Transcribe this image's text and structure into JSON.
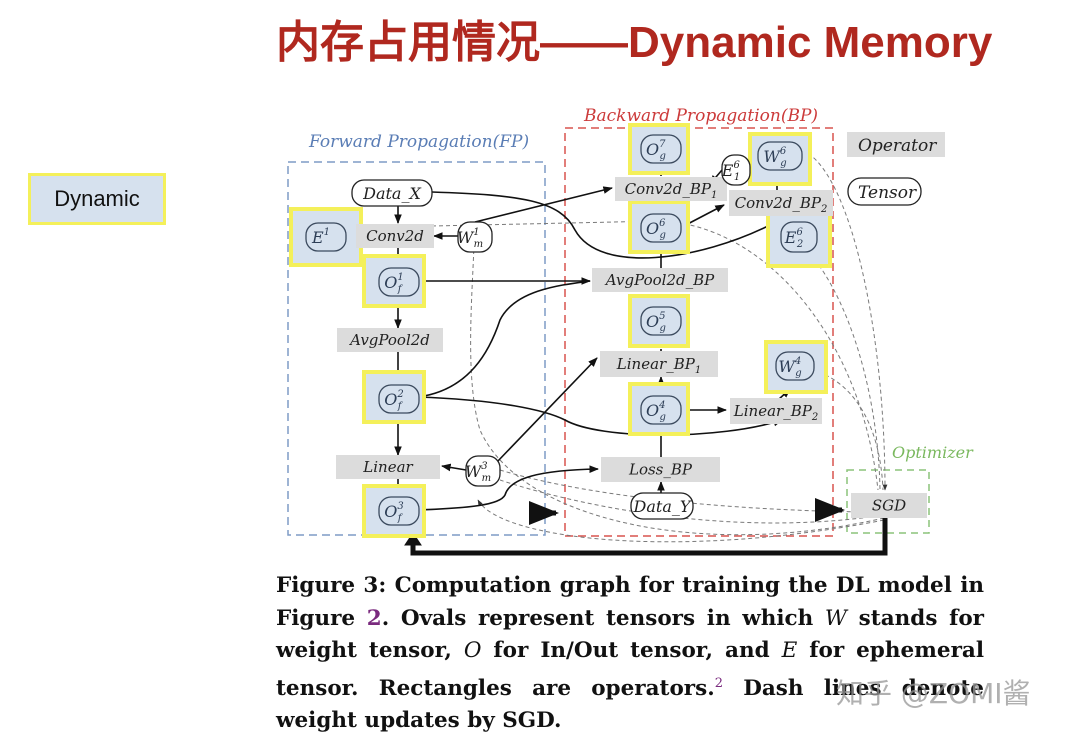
{
  "page": {
    "title": "内存占用情况——Dynamic Memory",
    "side_badge": "Dynamic",
    "watermark": "知乎 @ZOMI酱"
  },
  "colors": {
    "title": "#b0281f",
    "highlight_border": "#f4f05a",
    "highlight_fill": "#d6e1ee",
    "operator_fill": "#dcdcdc",
    "fp_border": "#7f9cc6",
    "bp_border": "#d9534f",
    "optimizer_border": "#8cc47a",
    "fp_label": "#5a7db5",
    "bp_label": "#cc3a3a",
    "optimizer_label": "#7ab85e"
  },
  "diagram": {
    "regions": {
      "fp": "Forward Propagation(FP)",
      "bp": "Backward Propagation(BP)",
      "optimizer": "Optimizer"
    },
    "legend": {
      "operator": "Operator",
      "tensor": "Tensor"
    },
    "operators": [
      {
        "id": "conv2d",
        "label": "Conv2d",
        "sub": ""
      },
      {
        "id": "avgpool2d",
        "label": "AvgPool2d",
        "sub": ""
      },
      {
        "id": "linear",
        "label": "Linear",
        "sub": ""
      },
      {
        "id": "conv2d_bp1",
        "label": "Conv2d_BP",
        "sub": "1"
      },
      {
        "id": "conv2d_bp2",
        "label": "Conv2d_BP",
        "sub": "2"
      },
      {
        "id": "avgpool2d_bp",
        "label": "AvgPool2d_BP",
        "sub": ""
      },
      {
        "id": "linear_bp1",
        "label": "Linear_BP",
        "sub": "1"
      },
      {
        "id": "linear_bp2",
        "label": "Linear_BP",
        "sub": "2"
      },
      {
        "id": "loss_bp",
        "label": "Loss_BP",
        "sub": ""
      },
      {
        "id": "sgd",
        "label": "SGD",
        "sub": ""
      }
    ],
    "tensors": [
      {
        "id": "data_x",
        "base": "Data_X",
        "sup": "",
        "sub": "",
        "highlighted": false
      },
      {
        "id": "data_y",
        "base": "Data_Y",
        "sup": "",
        "sub": "",
        "highlighted": false
      },
      {
        "id": "e1",
        "base": "E",
        "sup": "1",
        "sub": "",
        "highlighted": true
      },
      {
        "id": "wm1",
        "base": "W",
        "sup": "1",
        "sub": "m",
        "highlighted": false
      },
      {
        "id": "of1",
        "base": "O",
        "sup": "1",
        "sub": "f",
        "highlighted": true
      },
      {
        "id": "of2",
        "base": "O",
        "sup": "2",
        "sub": "f",
        "highlighted": true
      },
      {
        "id": "of3",
        "base": "O",
        "sup": "3",
        "sub": "f",
        "highlighted": true
      },
      {
        "id": "wm3",
        "base": "W",
        "sup": "3",
        "sub": "m",
        "highlighted": false
      },
      {
        "id": "og7",
        "base": "O",
        "sup": "7",
        "sub": "g",
        "highlighted": true
      },
      {
        "id": "og6",
        "base": "O",
        "sup": "6",
        "sub": "g",
        "highlighted": true
      },
      {
        "id": "og5",
        "base": "O",
        "sup": "5",
        "sub": "g",
        "highlighted": true
      },
      {
        "id": "og4",
        "base": "O",
        "sup": "4",
        "sub": "g",
        "highlighted": true
      },
      {
        "id": "e16",
        "base": "E",
        "sup": "6",
        "sub": "1",
        "highlighted": false
      },
      {
        "id": "wg6",
        "base": "W",
        "sup": "6",
        "sub": "g",
        "highlighted": true
      },
      {
        "id": "e26",
        "base": "E",
        "sup": "6",
        "sub": "2",
        "highlighted": true
      },
      {
        "id": "wg4",
        "base": "W",
        "sup": "4",
        "sub": "g",
        "highlighted": true
      }
    ]
  },
  "caption": {
    "lead": "Figure 3: Computation graph for training the DL model in Figure ",
    "ref": "2",
    "part1": ". Ovals represent tensors in which ",
    "w": "W",
    "part2": " stands for weight tensor, ",
    "o": "O",
    "part3": " for In/Out tensor, and ",
    "e": "E",
    "part4": " for ephemeral tensor. Rectangles are operators.",
    "footnote": "2",
    "part5": " Dash lines denote weight updates by SGD."
  }
}
